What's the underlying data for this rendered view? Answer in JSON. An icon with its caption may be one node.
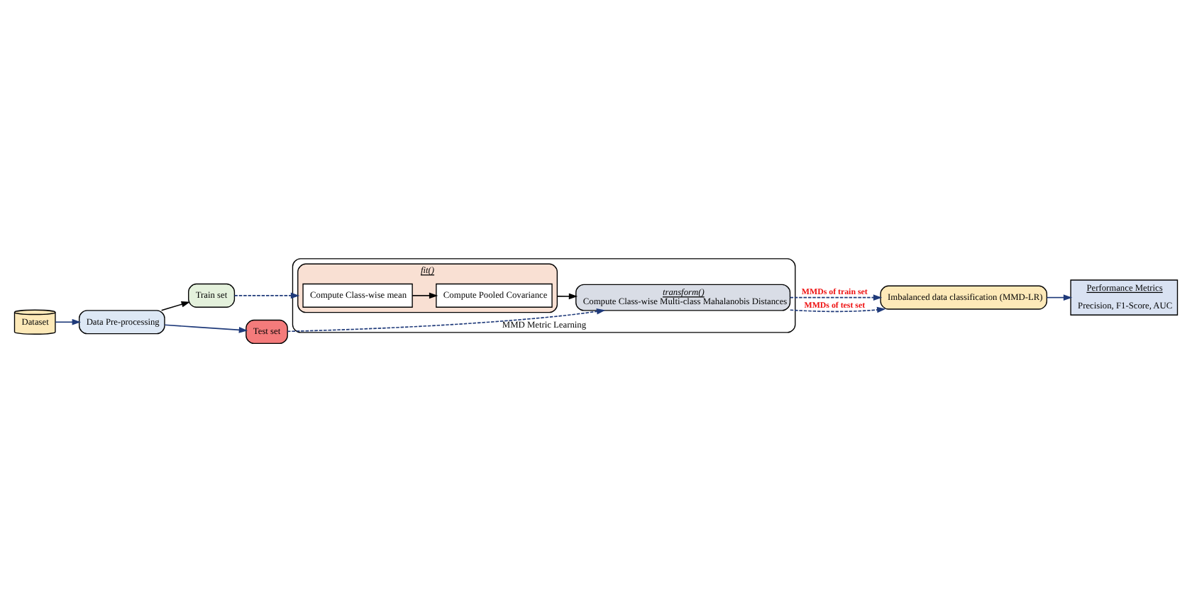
{
  "diagram": {
    "nodes": [
      {
        "text": [
          "Dataset"
        ]
      },
      {
        "text": [
          "Data Pre-processing"
        ]
      },
      {
        "text": [
          "Train set"
        ]
      },
      {
        "text": [
          "Test set"
        ]
      },
      {
        "text": [
          "MMD Metric Learning"
        ]
      },
      {
        "text": [
          "fit()"
        ],
        "in": 4
      },
      {
        "text": [
          "Compute Class-wise mean"
        ],
        "in": 5
      },
      {
        "text": [
          "Compute Pooled Covariance"
        ],
        "in": 5
      },
      {
        "text": [
          "transform()",
          "Compute Class-wise Multi-class Mahalanobis Distances"
        ],
        "in": 4
      },
      {
        "text": [
          "Imbalanced data classification (MMD-LR)"
        ]
      },
      {
        "text": [
          "Performance Metrics",
          "Precision, F1-Score, AUC"
        ]
      }
    ],
    "edges": [
      {
        "from": 0,
        "to": 1,
        "arrow": "to"
      },
      {
        "from": 1,
        "to": 2,
        "arrow": "to",
        "color": "#000000"
      },
      {
        "from": 1,
        "to": 3,
        "arrow": "to"
      },
      {
        "from": 2,
        "to": 5,
        "arrow": "to",
        "style": "dashed"
      },
      {
        "from": 6,
        "to": 7,
        "arrow": "to",
        "color": "#000000"
      },
      {
        "from": 5,
        "to": 8,
        "arrow": "to",
        "color": "#000000"
      },
      {
        "from": 3,
        "to": 8,
        "arrow": "to",
        "style": "dashed"
      },
      {
        "from": 8,
        "to": 9,
        "arrow": "to",
        "style": "dashed",
        "label": "MMDs of train set"
      },
      {
        "from": 8,
        "to": 9,
        "arrow": "to",
        "style": "dashed",
        "label": "MMDs of test set"
      },
      {
        "from": 9,
        "to": 10,
        "arrow": "to"
      }
    ]
  }
}
